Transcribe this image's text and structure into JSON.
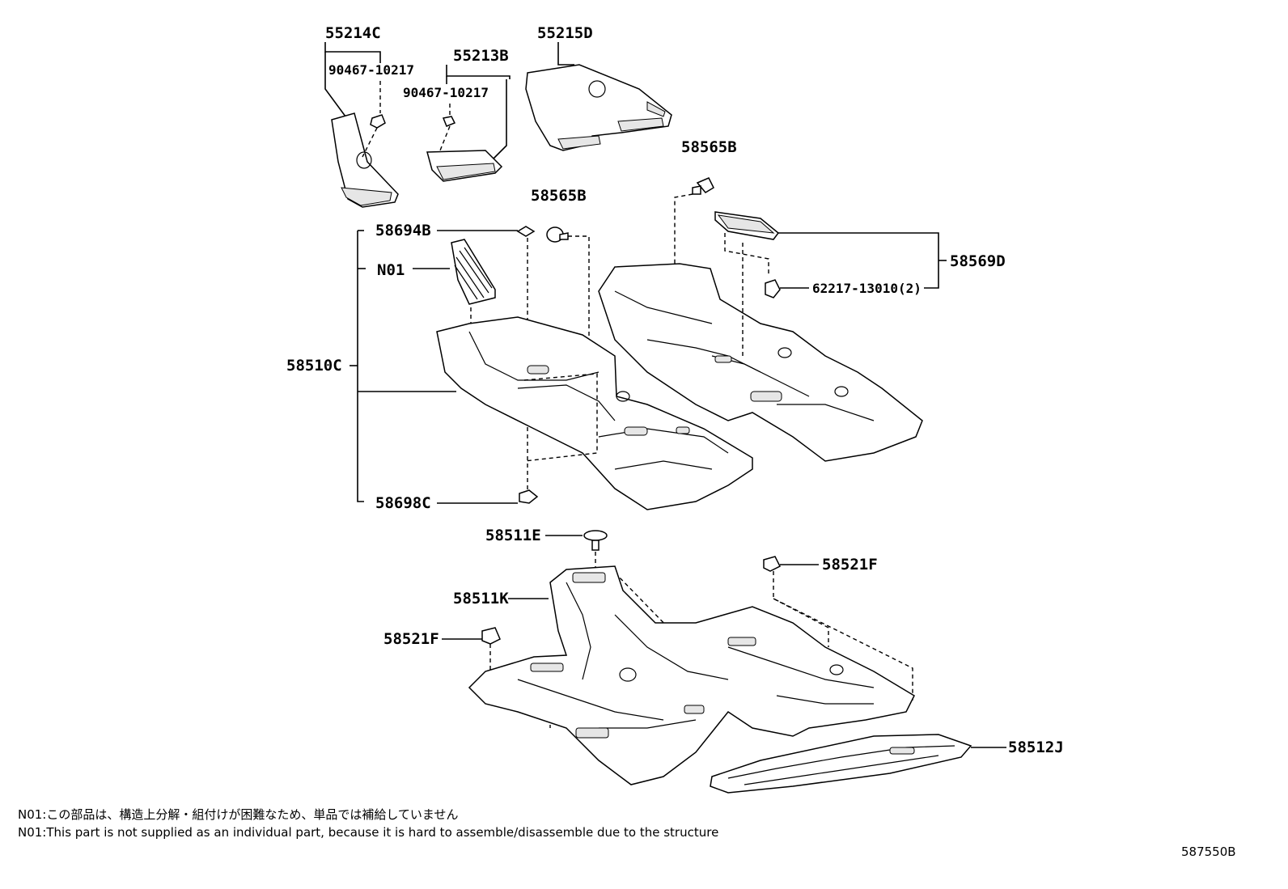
{
  "parts": {
    "p55214C": "55214C",
    "p90467a": "90467-10217",
    "p55213B": "55213B",
    "p90467b": "90467-10217",
    "p55215D": "55215D",
    "p58565B_a": "58565B",
    "p58565B_b": "58565B",
    "p58694B": "58694B",
    "pN01": "N01",
    "p58569D": "58569D",
    "p62217": "62217-13010(2)",
    "p58510C": "58510C",
    "p58698C": "58698C",
    "p58511E": "58511E",
    "p58521F_a": "58521F",
    "p58511K": "58511K",
    "p58521F_b": "58521F",
    "p58512J": "58512J"
  },
  "notes": {
    "jp": "N01:この部品は、構造上分解・組付けが困難なため、単品では補給していません",
    "en": "N01:This part is not supplied as an individual part, because it is hard to assemble/disassemble due to the structure"
  },
  "diagram_id": "587550B"
}
